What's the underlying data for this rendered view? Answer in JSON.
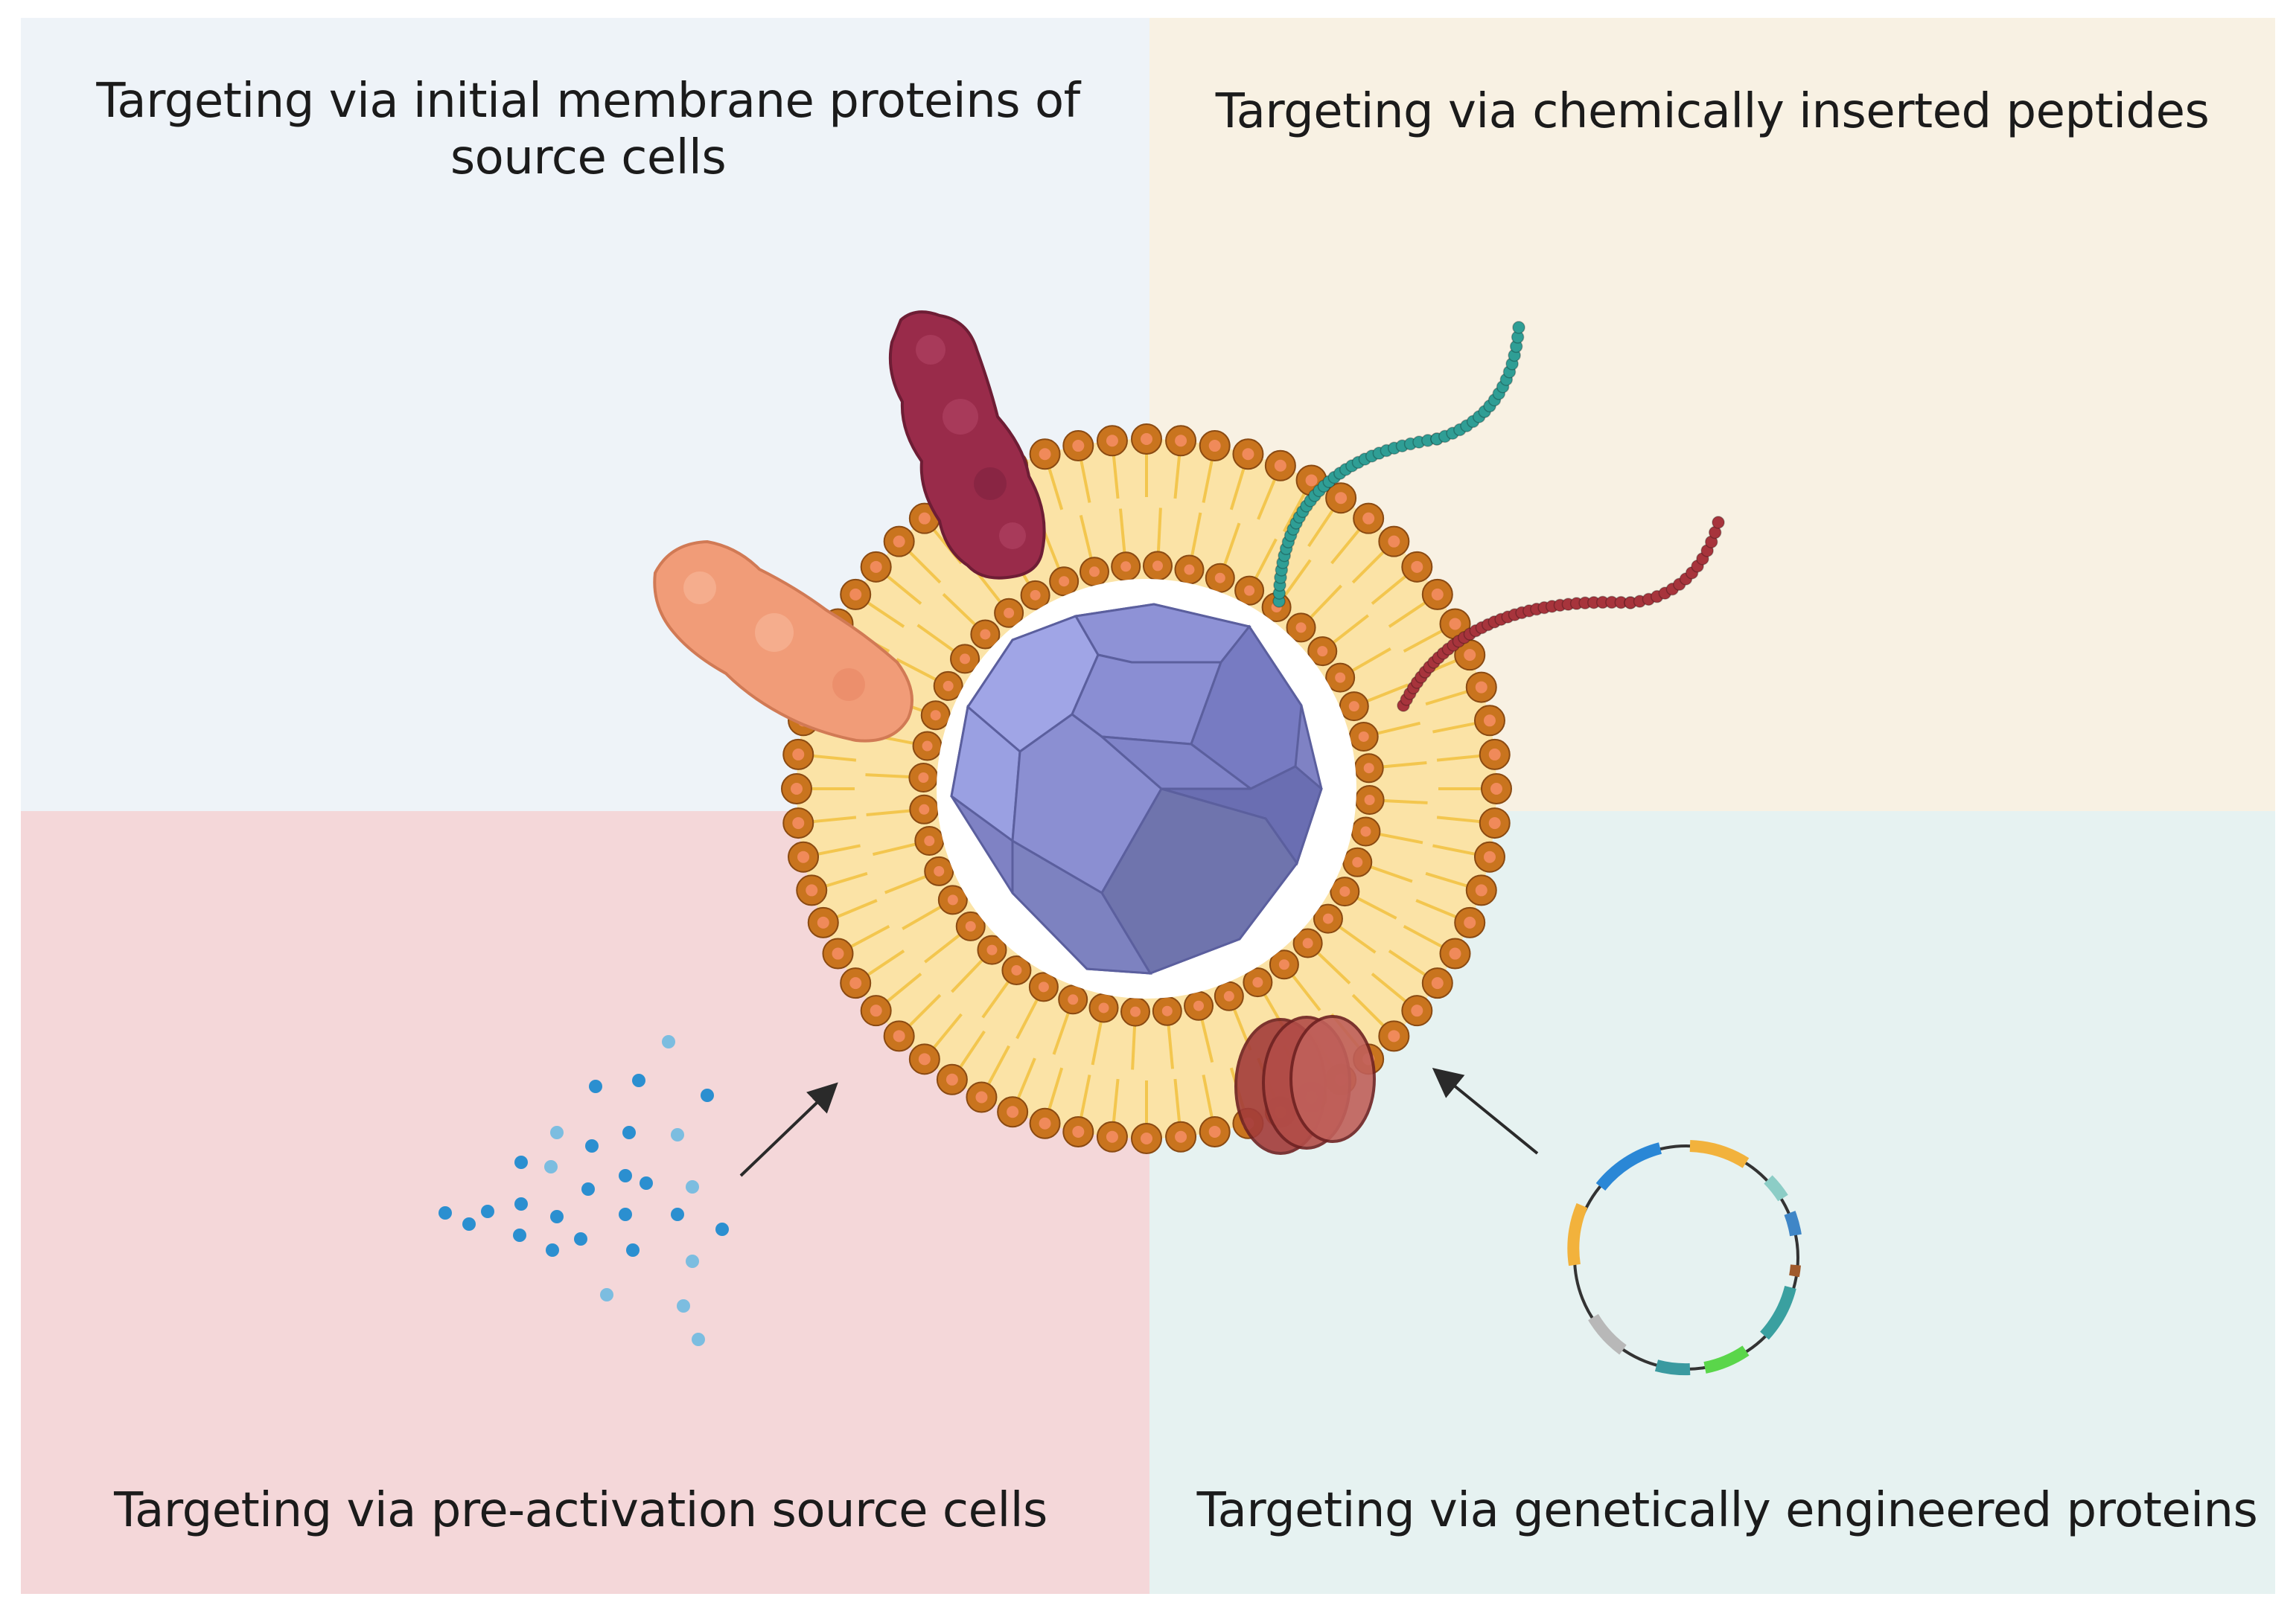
{
  "colors": {
    "top_left_panel": "#eef3f8",
    "top_right_panel": "#f8f1e3",
    "bottom_left_panel": "#f4d7d9",
    "bottom_right_panel": "#e6f2f1",
    "membrane_head": "#c9741e",
    "membrane_tail": "#f3c64e",
    "membrane_fill": "#fbe3a6",
    "core_particle": "#8b8fcf",
    "protein_dark": "#9b2c4a",
    "protein_light": "#f2a07a",
    "peptide_teal": "#2f9e95",
    "peptide_red": "#a7343c",
    "channel_protein": "#a5403e",
    "dots": "#2b8fd0"
  },
  "panels": {
    "top_left": {
      "label": "Targeting via initial membrane proteins of source cells"
    },
    "top_right": {
      "label": "Targeting via chemically inserted peptides"
    },
    "bottom_left": {
      "label": "Targeting via pre-activation source cells"
    },
    "bottom_right": {
      "label": "Targeting via genetically engineered proteins"
    }
  },
  "icons": {
    "vesicle": "membrane-vesicle-icon",
    "core": "polyhedral-nanoparticle-icon",
    "protein_a": "membrane-protein-icon",
    "protein_b": "membrane-protein-icon",
    "peptide_1": "peptide-chain-icon",
    "peptide_2": "peptide-chain-icon",
    "channel": "transmembrane-protein-icon",
    "molecules": "signal-molecules-icon",
    "plasmid": "plasmid-icon",
    "arrow_left": "arrow-icon",
    "arrow_right": "arrow-icon"
  }
}
